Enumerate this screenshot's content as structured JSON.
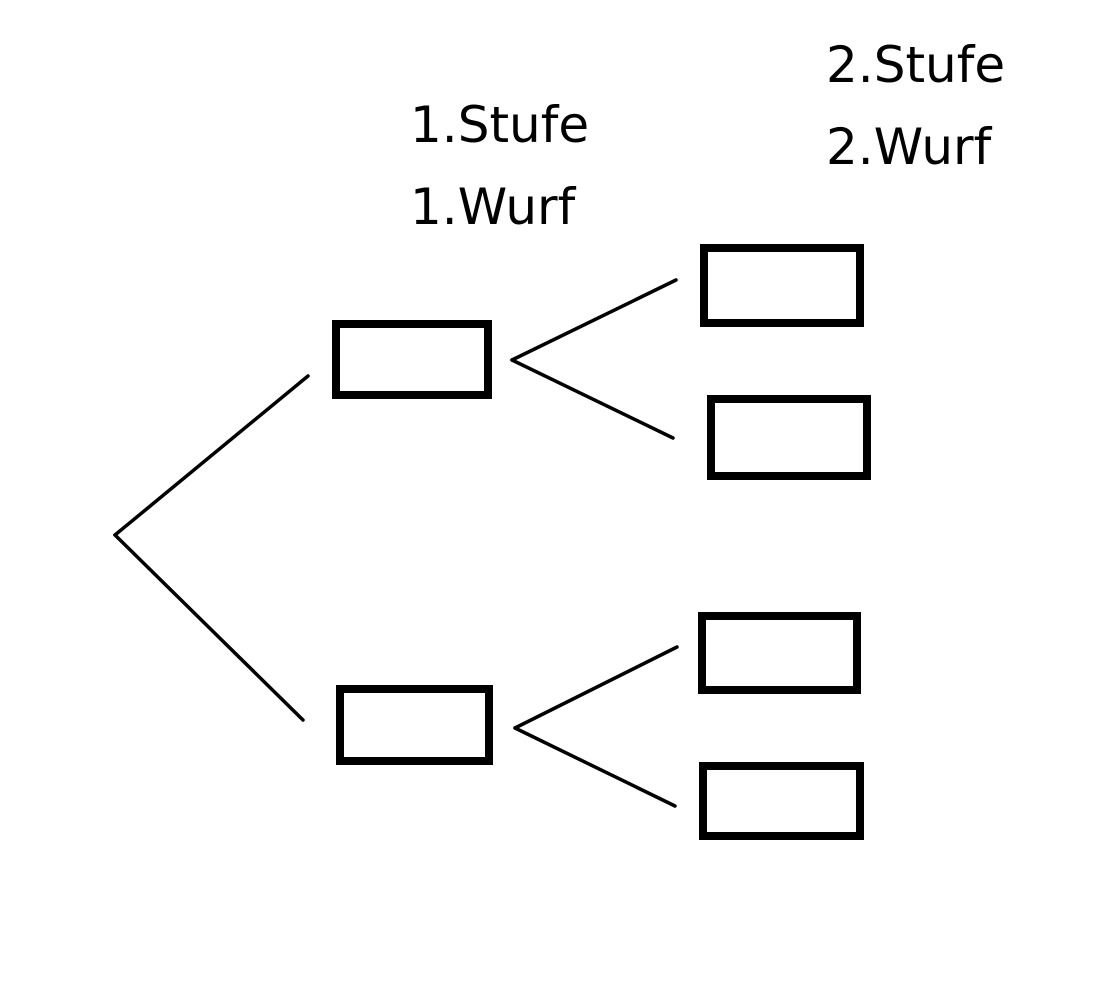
{
  "labels": {
    "stage1": "1.Stufe",
    "throw1": "1.Wurf",
    "stage2": "2.Stufe",
    "throw2": "2.Wurf"
  },
  "colors": {
    "ink": "#000000",
    "background": "#ffffff"
  }
}
